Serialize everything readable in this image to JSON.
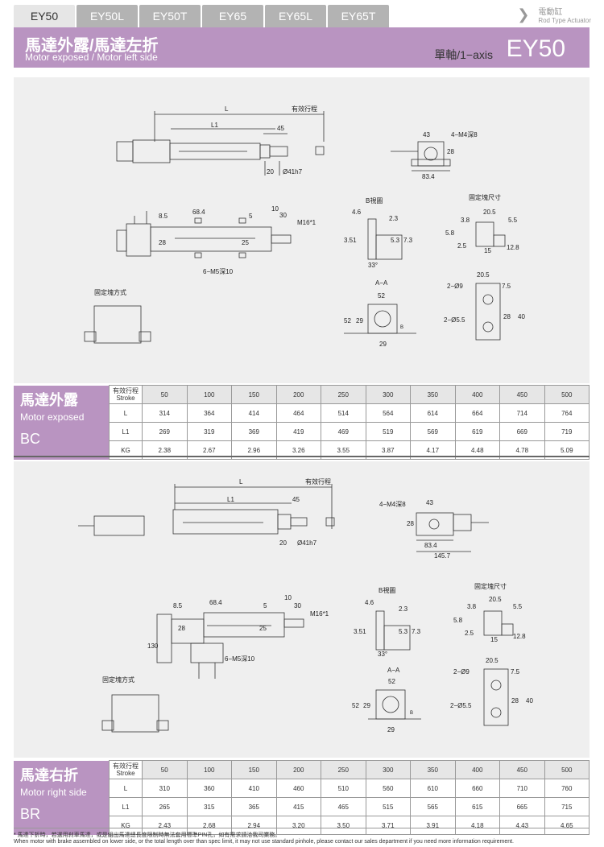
{
  "tabs": [
    "EY50",
    "EY50L",
    "EY50T",
    "EY65",
    "EY65L",
    "EY65T"
  ],
  "brand": {
    "zh": "電動缸",
    "en": "Rod Type Actuator"
  },
  "header": {
    "title_zh": "馬達外露/馬達左折",
    "title_en": "Motor exposed / Motor left side",
    "axis_label": "單軸/1−axis",
    "model": "EY50"
  },
  "drawing_labels": {
    "L": "L",
    "L1": "L1",
    "effective_stroke": "有效行程",
    "d45": "45",
    "d20": "20",
    "shaft": "Ø41h7",
    "d43": "43",
    "tap_top": "4−M4深8",
    "d28": "28",
    "d83_4": "83.4",
    "d145_7": "145.7",
    "d8_5": "8.5",
    "d68_4": "68.4",
    "d5": "5",
    "d10": "10",
    "d30": "30",
    "rod_thread": "M16*1",
    "d25": "25",
    "tap_bottom": "6−M5深10",
    "b_view": "B視圖",
    "d4_6": "4.6",
    "d2_3": "2.3",
    "d3_51": "3.51",
    "d5_3": "5.3",
    "d7_3": "7.3",
    "d33": "33°",
    "fix_block_size": "固定塊尺寸",
    "d3_8": "3.8",
    "d20_5": "20.5",
    "d5_5": "5.5",
    "d5_8": "5.8",
    "d2_5": "2.5",
    "d15": "15",
    "d12_8": "12.8",
    "aa": "A−A",
    "d52": "52",
    "d29": "29",
    "b": "B",
    "hole9": "2−Ø9",
    "hole5_5": "2−Ø5.5",
    "d7_5": "7.5",
    "d40": "40",
    "fix_block_method": "固定塊方式",
    "d130": "130"
  },
  "table_bc": {
    "label_zh": "馬達外露",
    "label_en": "Motor exposed",
    "code": "BC",
    "stroke_zh": "有效行程",
    "stroke_en": "Stroke",
    "strokes": [
      "50",
      "100",
      "150",
      "200",
      "250",
      "300",
      "350",
      "400",
      "450",
      "500"
    ],
    "rows": [
      {
        "name": "L",
        "values": [
          "314",
          "364",
          "414",
          "464",
          "514",
          "564",
          "614",
          "664",
          "714",
          "764"
        ]
      },
      {
        "name": "L1",
        "values": [
          "269",
          "319",
          "369",
          "419",
          "469",
          "519",
          "569",
          "619",
          "669",
          "719"
        ]
      },
      {
        "name": "KG",
        "values": [
          "2.38",
          "2.67",
          "2.96",
          "3.26",
          "3.55",
          "3.87",
          "4.17",
          "4.48",
          "4.78",
          "5.09"
        ]
      }
    ]
  },
  "table_br": {
    "label_zh": "馬達右折",
    "label_en": "Motor right side",
    "code": "BR",
    "stroke_zh": "有效行程",
    "stroke_en": "Stroke",
    "strokes": [
      "50",
      "100",
      "150",
      "200",
      "250",
      "300",
      "350",
      "400",
      "450",
      "500"
    ],
    "rows": [
      {
        "name": "L",
        "values": [
          "310",
          "360",
          "410",
          "460",
          "510",
          "560",
          "610",
          "660",
          "710",
          "760"
        ]
      },
      {
        "name": "L1",
        "values": [
          "265",
          "315",
          "365",
          "415",
          "465",
          "515",
          "565",
          "615",
          "665",
          "715"
        ]
      },
      {
        "name": "KG",
        "values": [
          "2.43",
          "2.68",
          "2.94",
          "3.20",
          "3.50",
          "3.71",
          "3.91",
          "4.18",
          "4.43",
          "4.65"
        ]
      }
    ]
  },
  "notes": {
    "zh": "* 馬達下折時，若選用刹車馬達，或是組出馬達總長度限制時無法套用標準PIN孔，如有需求請洽我司業務。",
    "en": "When motor with brake assembled on lower side, or the total length over than spec limit, it may not use standard pinhole, please contact our sales department if you need more information requirement."
  }
}
